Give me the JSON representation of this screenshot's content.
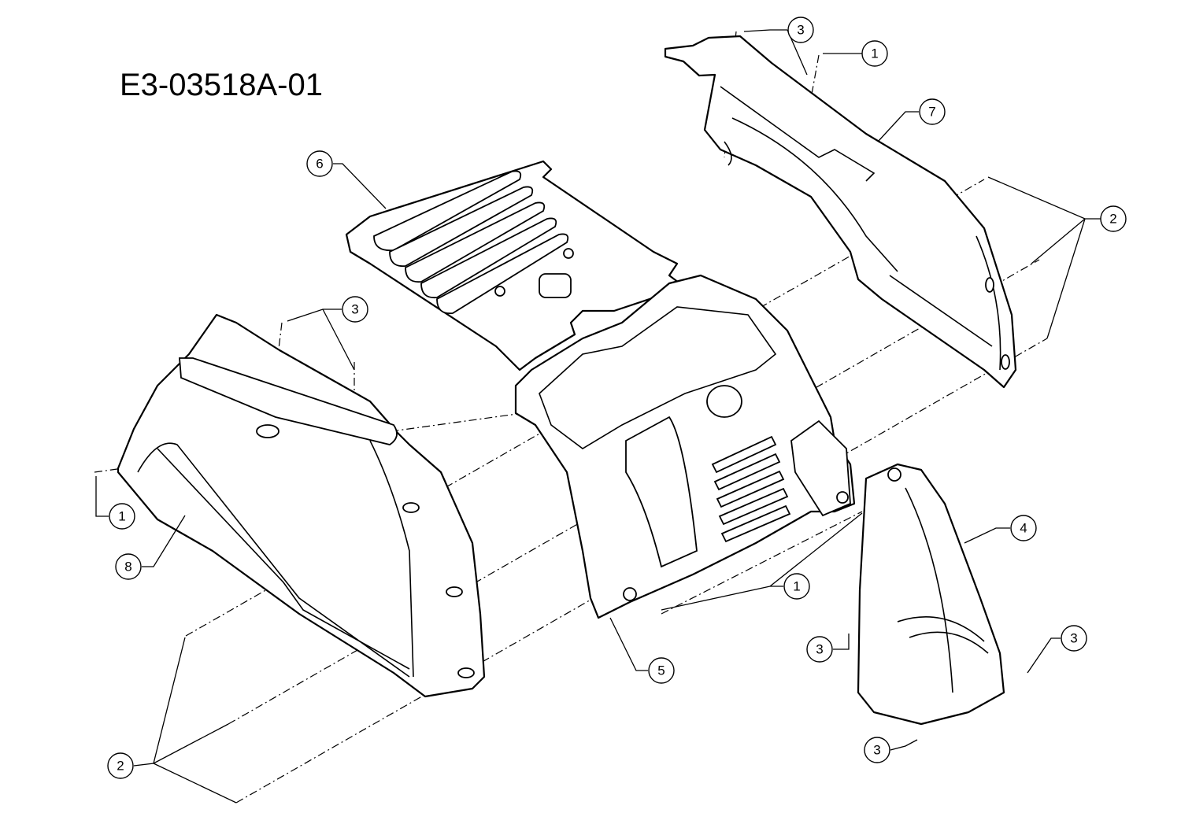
{
  "drawing_code": "E3-03518A-01",
  "callouts": [
    {
      "label": "3"
    },
    {
      "label": "1"
    },
    {
      "label": "7"
    },
    {
      "label": "2"
    },
    {
      "label": "6"
    },
    {
      "label": "3"
    },
    {
      "label": "1"
    },
    {
      "label": "8"
    },
    {
      "label": "4"
    },
    {
      "label": "1"
    },
    {
      "label": "5"
    },
    {
      "label": "3"
    },
    {
      "label": "3"
    },
    {
      "label": "3"
    },
    {
      "label": "2"
    }
  ]
}
